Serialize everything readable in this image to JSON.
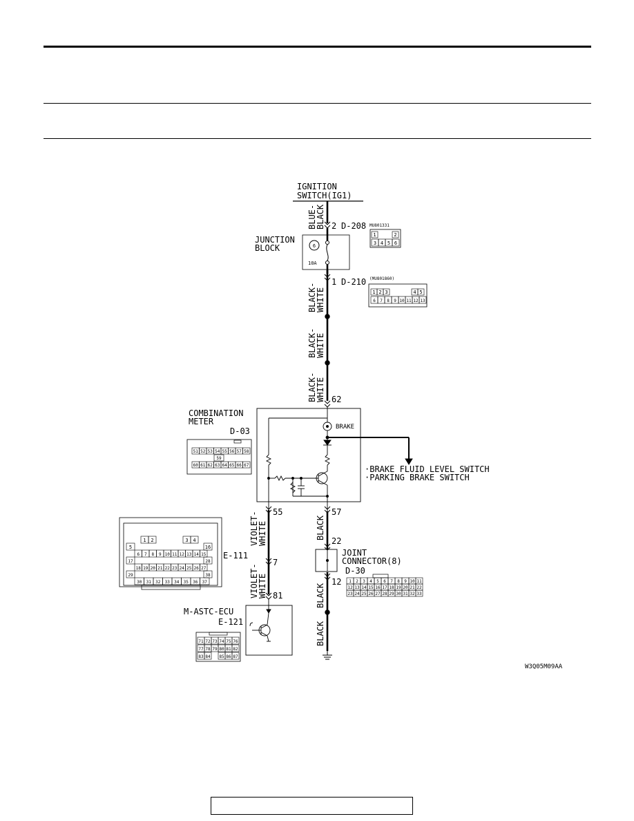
{
  "ignition": {
    "line1": "IGNITION",
    "line2": "SWITCH(IG1)"
  },
  "wires": {
    "blue_black_1": "BLUE-",
    "blue_black_2": "BLACK",
    "bw_1a": "BLACK-",
    "bw_1b": "WHITE",
    "bw_2a": "BLACK-",
    "bw_2b": "WHITE",
    "bw_3a": "BLACK-",
    "bw_3b": "WHITE",
    "vw_1a": "VIOLET-",
    "vw_1b": "WHITE",
    "vw_2a": "VIOLET-",
    "vw_2b": "WHITE",
    "black_1": "BLACK",
    "black_2": "BLACK",
    "black_3": "BLACK"
  },
  "pins": {
    "p2": "2",
    "d208": "D-208",
    "p1": "1",
    "d210": "D-210",
    "p62": "62",
    "p55": "55",
    "p57": "57",
    "p22": "22",
    "p7": "7",
    "p12": "12",
    "p81": "81"
  },
  "junction_block": {
    "line1": "JUNCTION",
    "line2": "BLOCK",
    "fuse_no": "6",
    "rating": "10A"
  },
  "connector_mu801331": {
    "part": "MU801331",
    "pins_top": [
      "1",
      "2"
    ],
    "pins_bottom": [
      "3",
      "4",
      "5",
      "6"
    ]
  },
  "connector_mu801860": {
    "part": "(MU801860)",
    "pins_top": [
      "1",
      "2",
      "3",
      "4",
      "5"
    ],
    "pins_bottom": [
      "6",
      "7",
      "8",
      "9",
      "10",
      "11",
      "12",
      "13"
    ]
  },
  "combination_meter": {
    "line1": "COMBINATION",
    "line2": "METER",
    "code": "D-03",
    "brake_label": "BRAKE",
    "switch1": "·BRAKE FLUID LEVEL SWITCH",
    "switch2": "·PARKING BRAKE SWITCH",
    "pins_top": [
      "51",
      "52",
      "53",
      "54",
      "55",
      "56",
      "57",
      "58"
    ],
    "pins_mid": [
      "59"
    ],
    "pins_bottom": [
      "60",
      "61",
      "62",
      "63",
      "64",
      "65",
      "66",
      "67"
    ]
  },
  "e111": {
    "code": "E-111",
    "row1": [
      "1",
      "2",
      "3",
      "4"
    ],
    "row2": [
      "5",
      "16"
    ],
    "row3": [
      "6",
      "7",
      "8",
      "9",
      "10",
      "11",
      "12",
      "13",
      "14",
      "15"
    ],
    "row4": [
      "17",
      "28"
    ],
    "row5": [
      "18",
      "19",
      "20",
      "21",
      "22",
      "23",
      "24",
      "25",
      "26",
      "27"
    ],
    "row6": [
      "29",
      "38"
    ],
    "row7": [
      "30",
      "31",
      "32",
      "33",
      "34",
      "35",
      "36",
      "37"
    ]
  },
  "joint_connector": {
    "line1": "JOINT",
    "line2": "CONNECTOR(8)",
    "code": "D-30",
    "row1": [
      "1",
      "2",
      "3",
      "4",
      "5",
      "6",
      "7",
      "8",
      "9",
      "10",
      "11"
    ],
    "row2": [
      "12",
      "13",
      "14",
      "15",
      "16",
      "17",
      "18",
      "19",
      "20",
      "21",
      "22"
    ],
    "row3": [
      "23",
      "24",
      "25",
      "26",
      "27",
      "28",
      "29",
      "30",
      "31",
      "32",
      "33"
    ]
  },
  "ecu": {
    "name": "M-ASTC-ECU",
    "code": "E-121",
    "row1": [
      "71",
      "72",
      "73",
      "74",
      "75",
      "76"
    ],
    "row2": [
      "77",
      "78",
      "79",
      "80",
      "81",
      "82"
    ],
    "row3": [
      "83",
      "84",
      "85",
      "86",
      "87"
    ]
  },
  "figure_code": "W3Q05M09AA"
}
